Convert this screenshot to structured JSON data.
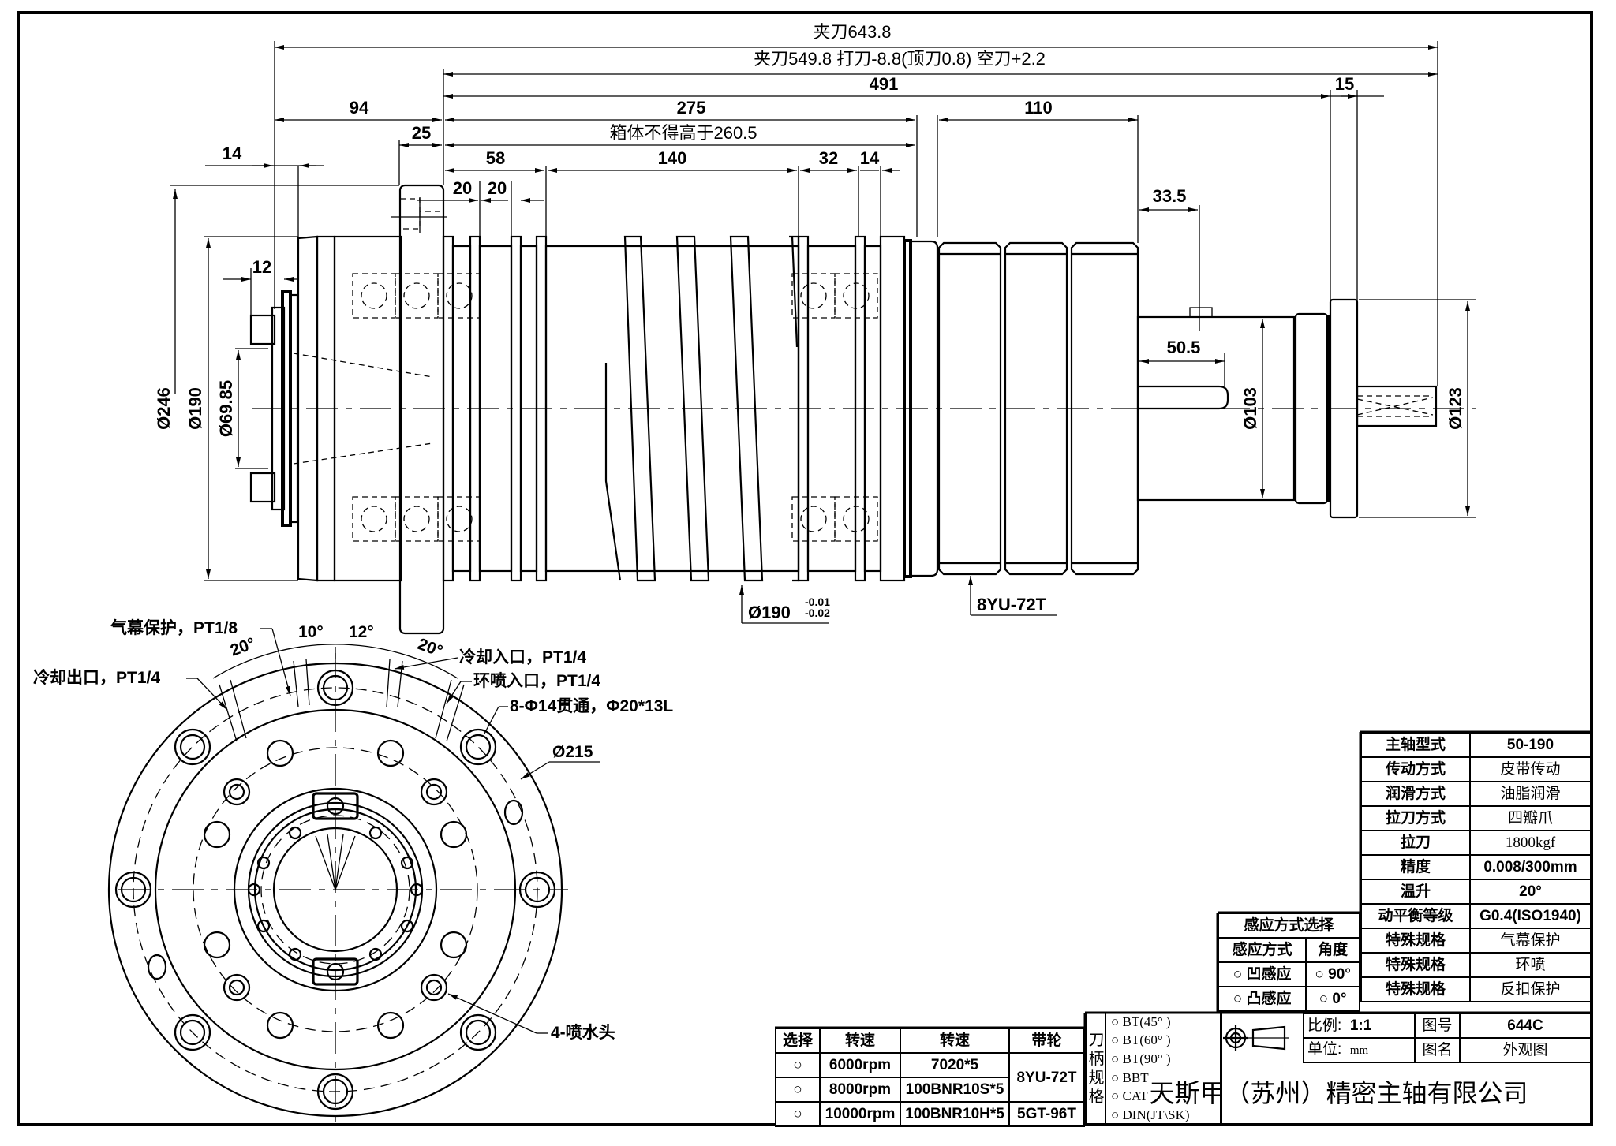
{
  "drawing": {
    "title_block": {
      "company": "天斯甲（苏州）精密主轴有限公司",
      "scale_label": "比例:",
      "scale_value": "1:1",
      "unit_label": "单位:",
      "unit_value": "mm",
      "drawing_no_label": "图号",
      "drawing_no": "644C",
      "drawing_name_label": "图名",
      "drawing_name": "外观图",
      "projection_symbol": "first-angle-projection-icon"
    },
    "spec_table": [
      {
        "label": "主轴型式",
        "value": "50-190"
      },
      {
        "label": "传动方式",
        "value": "皮带传动"
      },
      {
        "label": "润滑方式",
        "value": "油脂润滑"
      },
      {
        "label": "拉刀方式",
        "value": "四瓣爪"
      },
      {
        "label": "拉刀",
        "value": "1800kgf"
      },
      {
        "label": "精度",
        "value": "0.008/300mm"
      },
      {
        "label": "温升",
        "value": "20°"
      },
      {
        "label": "动平衡等级",
        "value": "G0.4(ISO1940)"
      },
      {
        "label": "特殊规格",
        "value": "气幕保护"
      },
      {
        "label": "特殊规格",
        "value": "环喷"
      },
      {
        "label": "特殊规格",
        "value": "反扣保护"
      }
    ],
    "sensor_table": {
      "title": "感应方式选择",
      "headers": [
        "感应方式",
        "角度"
      ],
      "rows": [
        {
          "mode": "凹感应",
          "angle": "90°"
        },
        {
          "mode": "凸感应",
          "angle": "0°"
        }
      ],
      "radio_symbol": "○"
    },
    "speed_table": {
      "headers": [
        "选择",
        "转速",
        "转速",
        "带轮"
      ],
      "rows": [
        {
          "select": "○",
          "speed": "6000rpm",
          "bearing": "7020*5",
          "pulley": "8YU-72T"
        },
        {
          "select": "○",
          "speed": "8000rpm",
          "bearing": "100BNR10S*5",
          "pulley": "8YU-72T"
        },
        {
          "select": "○",
          "speed": "10000rpm",
          "bearing": "100BNR10H*5",
          "pulley": "5GT-96T"
        }
      ]
    },
    "tool_holder": {
      "label_chars": [
        "刀",
        "柄",
        "规",
        "格"
      ],
      "options": [
        "BT(45° )",
        "BT(60° )",
        "BT(90° )",
        "BBT",
        "CAT",
        "DIN(JT\\SK)"
      ],
      "radio_symbol": "○"
    },
    "side_view_dims": {
      "clamp_total": "夹刀643.8",
      "clamp_note": "夹刀549.8 打刀-8.8(顶刀0.8) 空刀+2.2",
      "d491": "491",
      "d94": "94",
      "d275": "275",
      "d110": "110",
      "d15": "15",
      "d25": "25",
      "box_note": "箱体不得高于260.5",
      "d14_top": "14",
      "d58": "58",
      "d140": "140",
      "d32": "32",
      "d14_right": "14",
      "d20a": "20",
      "d20b": "20",
      "d33_5": "33.5",
      "d12": "12",
      "d50_5": "50.5",
      "dia246": "Ø246",
      "dia190": "Ø190",
      "dia69_85": "Ø69.85",
      "dia103": "Ø103",
      "dia123": "Ø123",
      "dia190_tol_base": "Ø190",
      "dia190_tol_upper": "-0.01",
      "dia190_tol_lower": "-0.02",
      "pulley_label": "8YU-72T"
    },
    "front_view_callouts": {
      "air_curtain": "气幕保护，PT1/8",
      "coolant_out": "冷却出口，PT1/4",
      "coolant_in": "冷却入口，PT1/4",
      "ring_spray_in": "环喷入口，PT1/4",
      "through_holes": "8-Φ14贯通，Φ20*13L",
      "dia215": "Ø215",
      "nozzles": "4-喷水头",
      "angle10": "10°",
      "angle12": "12°",
      "angle20_left": "20°",
      "angle20_right": "20°"
    }
  }
}
